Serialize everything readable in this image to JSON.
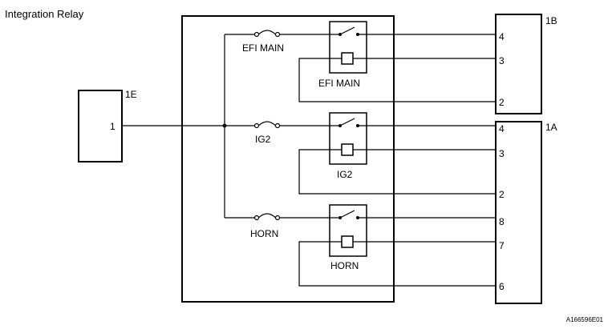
{
  "title": "Integration Relay",
  "connectors": {
    "left": {
      "name": "1E",
      "pins": [
        "1"
      ]
    },
    "top_right": {
      "name": "1B",
      "pins": [
        "4",
        "3",
        "2"
      ]
    },
    "bottom_right": {
      "name": "1A",
      "pins": [
        "4",
        "3",
        "2",
        "8",
        "7",
        "6"
      ]
    }
  },
  "circuits": [
    {
      "fuse_label": "EFI MAIN",
      "relay_label": "EFI MAIN"
    },
    {
      "fuse_label": "IG2",
      "relay_label": "IG2"
    },
    {
      "fuse_label": "HORN",
      "relay_label": "HORN"
    }
  ],
  "figure_ref": "A166596E01"
}
